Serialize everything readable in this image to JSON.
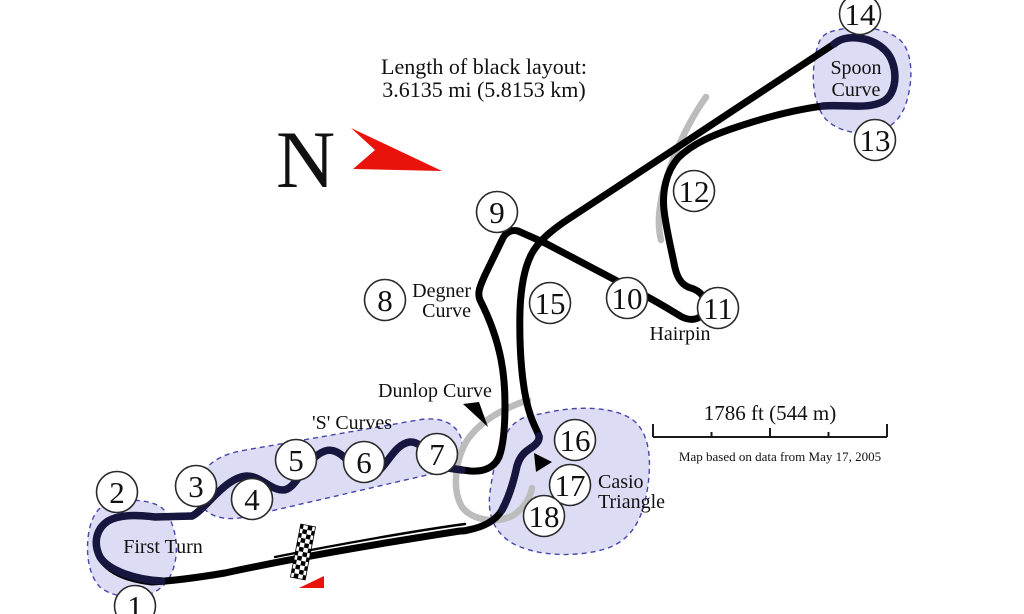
{
  "map": {
    "title_line1": "Length of black layout:",
    "title_line2": "3.6135 mi (5.8153 km)",
    "north_label": "N",
    "scale": {
      "label": "1786 ft (544 m)",
      "caption": "Map based on data from May 17, 2005"
    },
    "corners": [
      "1",
      "2",
      "3",
      "4",
      "5",
      "6",
      "7",
      "8",
      "9",
      "10",
      "11",
      "12",
      "13",
      "14",
      "15",
      "16",
      "17",
      "18"
    ],
    "labels": {
      "first_turn": "First Turn",
      "s_curves": "'S' Curves",
      "dunlop": "Dunlop Curve",
      "degner_line1": "Degner",
      "degner_line2": "Curve",
      "hairpin": "Hairpin",
      "spoon_line1": "Spoon",
      "spoon_line2": "Curve",
      "casio_line1": "Casio",
      "casio_line2": "Triangle"
    },
    "icons": {
      "north_arrow": "red-compass-arrowhead",
      "start_finish": "checkered-strip",
      "direction_arrow": "red-left-triangle",
      "dunlop_pointer": "black-wedge",
      "casio_pointer": "black-wedge"
    },
    "colors": {
      "track": "#000000",
      "highlighted_track": "#16163f",
      "region_fill": "#dcdcf4",
      "region_border": "#4747a8",
      "alternate_layout": "#bcbcbc",
      "north_arrow": "#ea130c",
      "start_arrow": "#ea130c"
    }
  }
}
